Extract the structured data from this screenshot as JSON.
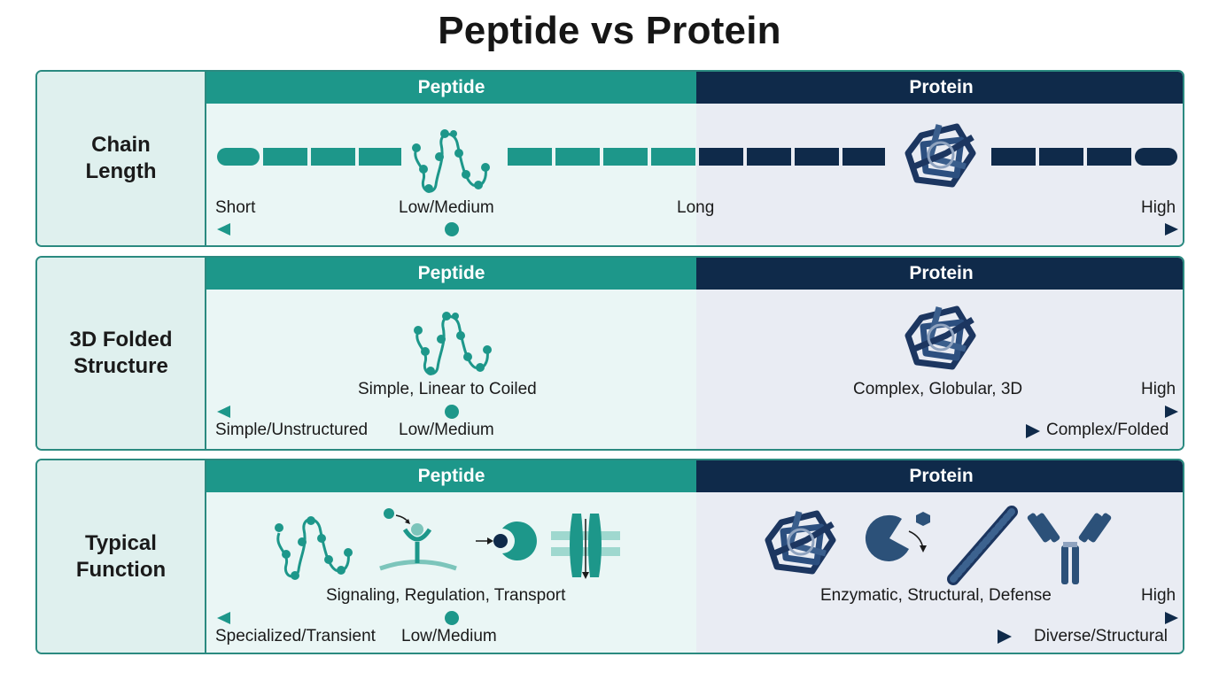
{
  "title": "Peptide vs Protein",
  "columns": {
    "left": "Peptide",
    "right": "Protein"
  },
  "rows": [
    {
      "label": "Chain\nLength",
      "labels": {
        "left_end": "Short",
        "mid": "Low/Medium",
        "center": "Long",
        "right_end": "High"
      }
    },
    {
      "label": "3D Folded\nStructure",
      "labels": {
        "peptide_desc": "Simple, Linear to Coiled",
        "protein_desc": "Complex, Globular, 3D",
        "high": "High",
        "left_end": "Simple/Unstructured",
        "mid": "Low/Medium",
        "right_end": "Complex/Folded"
      }
    },
    {
      "label": "Typical\nFunction",
      "labels": {
        "peptide_desc": "Signaling, Regulation, Transport",
        "protein_desc": "Enzymatic, Structural, Defense",
        "high": "High",
        "left_end": "Specialized/Transient",
        "mid": "Low/Medium",
        "right_end": "Diverse/Structural"
      }
    }
  ],
  "colors": {
    "teal": "#1d978a",
    "navy": "#0f2a4a",
    "label_bg": "#dff0ee"
  },
  "icons": [
    "peptide-coil-icon",
    "folded-protein-icon",
    "receptor-binding-icon",
    "ligand-binding-icon",
    "channel-transport-icon",
    "enzyme-icon",
    "fiber-icon",
    "antibody-icon"
  ]
}
